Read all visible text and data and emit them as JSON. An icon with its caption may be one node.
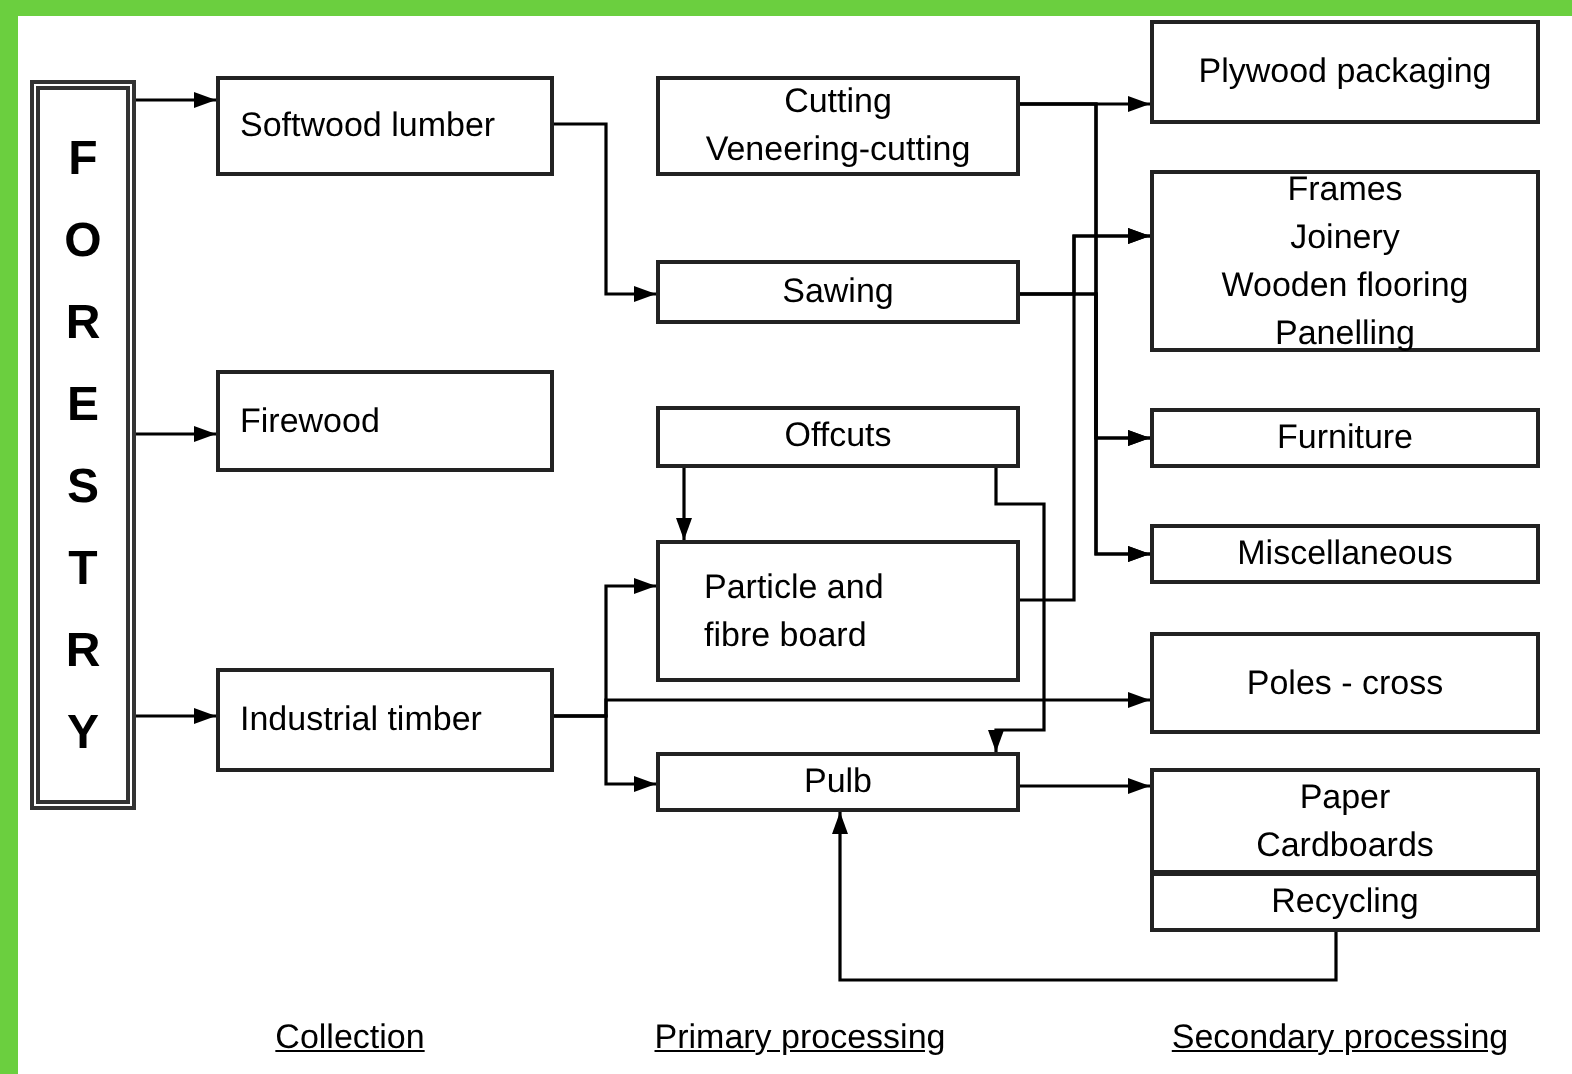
{
  "diagram": {
    "nodes": [
      {
        "text": [
          "FORESTRY"
        ]
      },
      {
        "text": [
          "Softwood lumber"
        ]
      },
      {
        "text": [
          "Firewood"
        ]
      },
      {
        "text": [
          "Industrial timber"
        ]
      },
      {
        "text": [
          "Cutting",
          "Veneering-cutting"
        ]
      },
      {
        "text": [
          "Sawing"
        ]
      },
      {
        "text": [
          "Offcuts"
        ]
      },
      {
        "text": [
          "Particle and fibre board"
        ]
      },
      {
        "text": [
          "Pulb"
        ]
      },
      {
        "text": [
          "Plywood packaging"
        ]
      },
      {
        "text": [
          "Frames",
          "Joinery",
          "Wooden flooring",
          "Panelling"
        ]
      },
      {
        "text": [
          "Furniture"
        ]
      },
      {
        "text": [
          "Miscellaneous"
        ]
      },
      {
        "text": [
          "Poles - cross"
        ]
      },
      {
        "text": [
          "Paper",
          "Cardboards"
        ]
      },
      {
        "text": [
          "Recycling"
        ]
      }
    ],
    "edges": [
      {
        "from": 0,
        "to": 1,
        "arrow": "to"
      },
      {
        "from": 0,
        "to": 2,
        "arrow": "to"
      },
      {
        "from": 0,
        "to": 3,
        "arrow": "to"
      },
      {
        "from": 1,
        "to": 5,
        "arrow": "to"
      },
      {
        "from": 3,
        "to": 7,
        "arrow": "to"
      },
      {
        "from": 3,
        "to": 13,
        "arrow": "to"
      },
      {
        "from": 3,
        "to": 8,
        "arrow": "to"
      },
      {
        "from": 4,
        "to": 9,
        "arrow": "to"
      },
      {
        "from": 4,
        "to": 11,
        "arrow": "to"
      },
      {
        "from": 4,
        "to": 12,
        "arrow": "to"
      },
      {
        "from": 5,
        "to": 10,
        "arrow": "to"
      },
      {
        "from": 5,
        "to": 11,
        "arrow": "to"
      },
      {
        "from": 5,
        "to": 12,
        "arrow": "to"
      },
      {
        "from": 7,
        "to": 10,
        "arrow": "to"
      },
      {
        "from": 6,
        "to": 7,
        "arrow": "to"
      },
      {
        "from": 6,
        "to": 8,
        "arrow": "to"
      },
      {
        "from": 8,
        "to": 14,
        "arrow": "to"
      },
      {
        "from": 15,
        "to": 8,
        "arrow": "to"
      }
    ],
    "labels": [
      "Collection",
      "Primary processing",
      "Secondary processing"
    ]
  }
}
